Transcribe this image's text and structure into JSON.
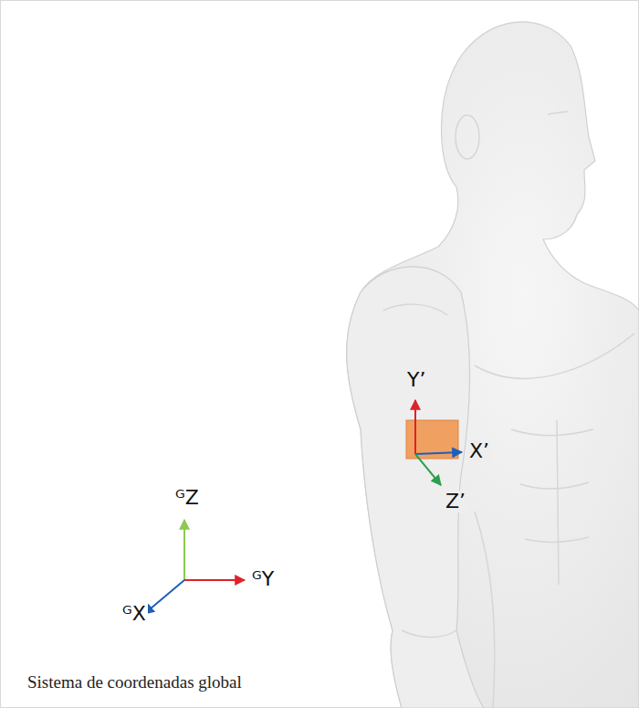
{
  "diagram": {
    "caption": "Sistema de coordenadas global",
    "labels": [
      "Y’",
      "X’",
      "Z’",
      "ᴳZ",
      "ᴳY",
      "ᴳX"
    ]
  }
}
